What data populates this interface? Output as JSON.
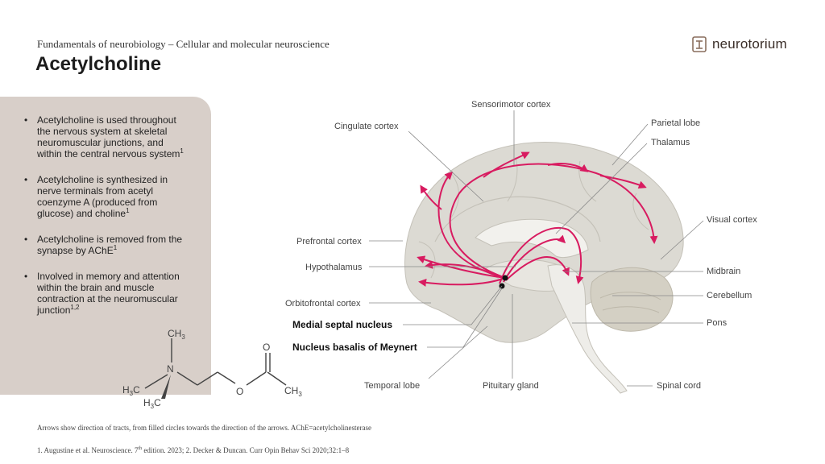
{
  "header": {
    "subtitle": "Fundamentals of neurobiology – Cellular and molecular neuroscience",
    "title": "Acetylcholine"
  },
  "logo": {
    "text": "neurotorium"
  },
  "bullets": [
    {
      "text": "Acetylcholine is used throughout the nervous system at skeletal neuromuscular junctions, and within the central nervous system",
      "ref": "1"
    },
    {
      "text": "Acetylcholine is synthesized in nerve terminals from acetyl coenzyme A (produced from glucose) and choline",
      "ref": "1"
    },
    {
      "text": "Acetylcholine is removed from the synapse by AChE",
      "ref": "1"
    },
    {
      "text": "Involved in memory and attention within the brain and muscle contraction at the neuromuscular junction",
      "ref": "1,2"
    }
  ],
  "molecule": {
    "ch3_top": "CH",
    "ch3_left": "H",
    "ch3_bottom": "H",
    "n": "N",
    "o_top": "O",
    "o_chain": "O",
    "ch3_right": "CH",
    "sub3": "3",
    "c": "C"
  },
  "diagram": {
    "labels": {
      "sensorimotor": "Sensorimotor cortex",
      "cingulate": "Cingulate cortex",
      "parietal": "Parietal lobe",
      "thalamus": "Thalamus",
      "visual": "Visual cortex",
      "prefrontal": "Prefrontal cortex",
      "hypothalamus": "Hypothalamus",
      "midbrain": "Midbrain",
      "cerebellum": "Cerebellum",
      "orbitofrontal": "Orbitofrontal cortex",
      "pons": "Pons",
      "medial_septal": "Medial septal nucleus",
      "basalis": "Nucleus basalis of Meynert",
      "temporal": "Temporal lobe",
      "pituitary": "Pituitary gland",
      "spinal": "Spinal cord"
    },
    "colors": {
      "tract": "#d81b60",
      "brain": "#dcdad3",
      "panel": "#d8cfc9"
    }
  },
  "footer": {
    "note": "Arrows show direction of tracts, from filled circles towards the direction of the arrows. AChE=acetylcholinesterase",
    "ref1": "1. Augustine et al. Neuroscience. 7",
    "ref1_sup": "th",
    "ref1_rest": " edition. 2023; 2. Decker & Duncan. Curr Opin Behav Sci 2020;32:1–8"
  }
}
